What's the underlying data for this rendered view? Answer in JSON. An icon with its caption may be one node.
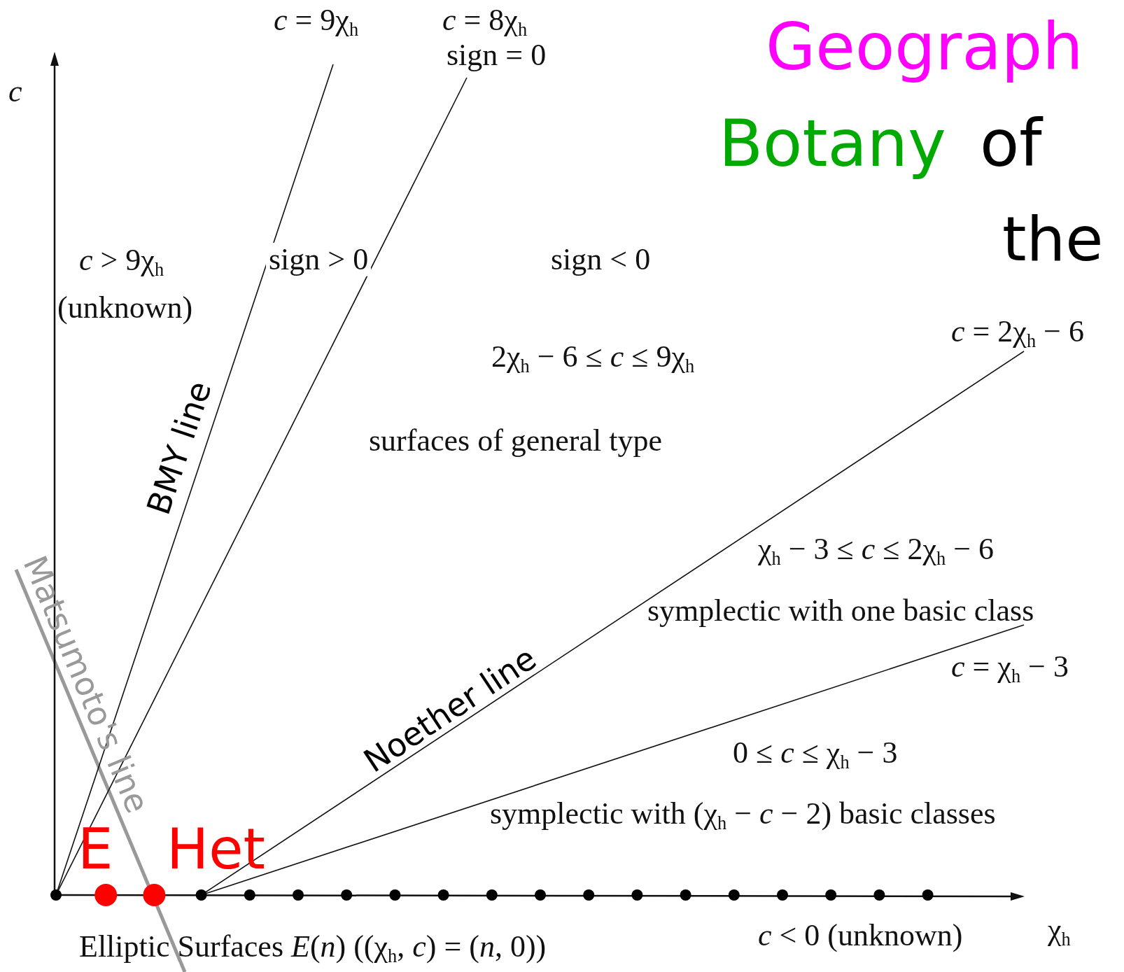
{
  "diagram": {
    "labels": [
      "*c* = 9χ$_{h}$",
      "*c* = 8χ$_{h}$",
      "sign = 0",
      "Geograph",
      "*c*",
      "Botany",
      "of",
      "the",
      "*c* > 9χ$_{h}$",
      "(unknown)",
      "sign > 0",
      "sign < 0",
      "*c* = 2χ$_{h}$ − 6",
      "2χ$_{h}$ − 6 ≤ *c* ≤ 9χ$_{h}$",
      "BMY line",
      "surfaces of general type",
      "Matsumoto's line",
      "χ$_{h}$ − 3 ≤ *c* ≤ 2χ$_{h}$ − 6",
      "symplectic with one basic class",
      "*c* = χ$_{h}$ − 3",
      "Noether line",
      "0 ≤ *c* ≤ χ$_{h}$ − 3",
      "symplectic with (χ$_{h}$ − *c* − 2) basic classes",
      "E",
      "Het",
      "Elliptic Surfaces *E*(*n*) ((χ$_{h}$, *c*) = (*n*, 0))",
      "*c* < 0 (unknown)",
      "χ$_{h}$"
    ]
  }
}
